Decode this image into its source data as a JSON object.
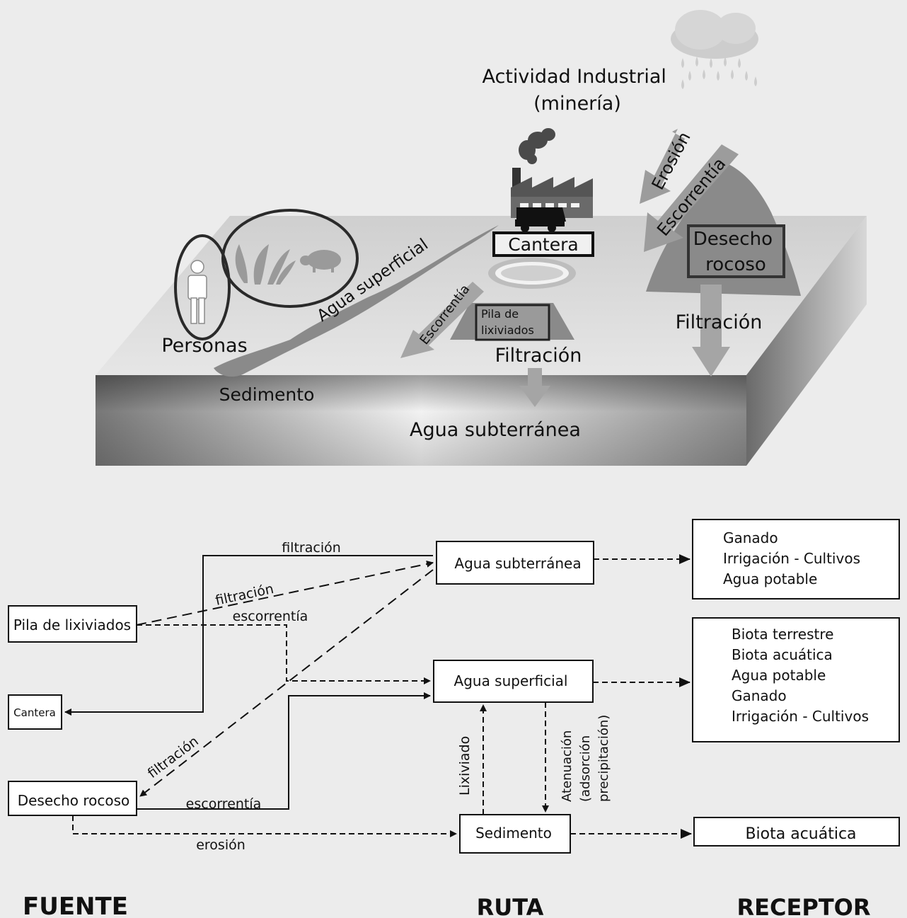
{
  "scene": {
    "industrial_activity": [
      "Actividad Industrial",
      "(minería)"
    ],
    "quarry": "Cantera",
    "rock_waste": [
      "Desecho",
      "rocoso"
    ],
    "erosion": "Erosión",
    "runoff_right": "Escorrentía",
    "runoff_left": "Escorrentía",
    "surface_water": "Agua superficial",
    "people": "Personas",
    "sediment": "Sedimento",
    "leach_pile": [
      "Pila de",
      "lixiviados"
    ],
    "filtration_center": "Filtración",
    "filtration_right": "Filtración",
    "groundwater": "Agua subterránea"
  },
  "flow": {
    "sources": {
      "leach_pile": "Pila de lixiviados",
      "quarry": "Cantera",
      "rock_waste": "Desecho rocoso"
    },
    "routes": {
      "groundwater": "Agua subterránea",
      "surface_water": "Agua superficial",
      "sediment": "Sedimento"
    },
    "receptors": {
      "groundwater": [
        "Ganado",
        "Irrigación - Cultivos",
        "Agua potable"
      ],
      "surface_water": [
        "Biota terrestre",
        "Biota acuática",
        "Agua potable",
        "Ganado",
        "Irrigación - Cultivos"
      ],
      "sediment": "Biota acuática"
    },
    "edge_labels": {
      "filtracion_top": "filtración",
      "filtracion_pile": "filtración",
      "escorrentia_pile": "escorrentía",
      "filtracion_rock": "filtración",
      "escorrentia_rock": "escorrentía",
      "erosion_rock": "erosión",
      "lixiviado": "Lixiviado",
      "atenuacion": [
        "Atenuación",
        "(adsorción",
        "precipitación)"
      ]
    },
    "headings": {
      "source": "FUENTE",
      "route": "RUTA",
      "receptor": "RECEPTOR"
    }
  }
}
